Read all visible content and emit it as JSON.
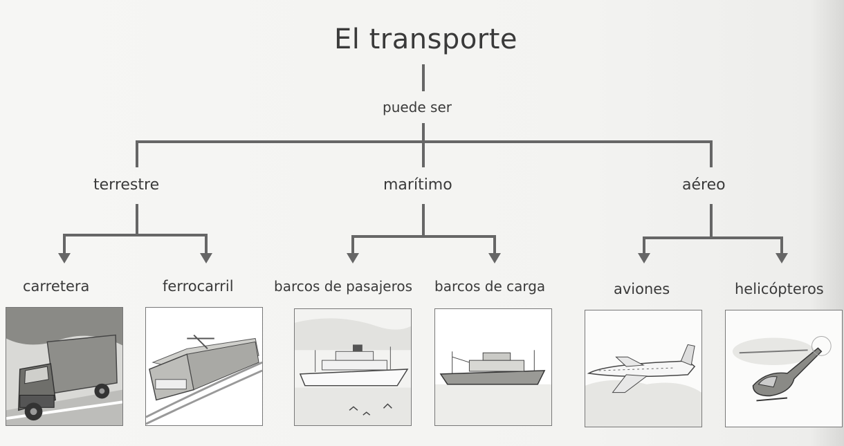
{
  "title": "El transporte",
  "connector": "puede ser",
  "categories": [
    {
      "label": "terrestre",
      "children": [
        {
          "label": "carretera",
          "picture": "truck"
        },
        {
          "label": "ferrocarril",
          "picture": "train"
        }
      ]
    },
    {
      "label": "marítimo",
      "children": [
        {
          "label": "barcos de pasajeros",
          "picture": "passenger-ship"
        },
        {
          "label": "barcos de carga",
          "picture": "cargo-ship"
        }
      ]
    },
    {
      "label": "aéreo",
      "children": [
        {
          "label": "aviones",
          "picture": "airplane"
        },
        {
          "label": "helicópteros",
          "picture": "helicopter"
        }
      ]
    }
  ],
  "line_color": "#666666"
}
